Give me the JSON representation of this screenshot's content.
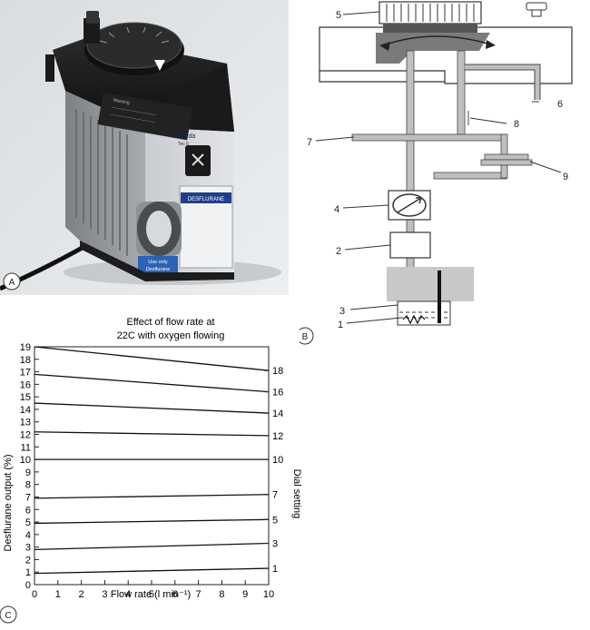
{
  "panel_labels": {
    "a": "A",
    "b": "B",
    "c": "C"
  },
  "photo": {
    "brand": "ohmeda",
    "model": "Tec 6",
    "agent_label": "DESFLURANE",
    "sticker": [
      "Use only",
      "Desflurane"
    ]
  },
  "schematic": {
    "callouts": [
      "1",
      "2",
      "3",
      "4",
      "5",
      "6",
      "7",
      "8",
      "9"
    ]
  },
  "chart_data": {
    "type": "line",
    "title_lines": [
      "Effect of flow rate at",
      "22C with oxygen flowing"
    ],
    "xlabel": "Flow rate (l min⁻¹)",
    "ylabel": "Desflurane output (%)",
    "ylabel_right": "Dial setting",
    "xlim": [
      0,
      10
    ],
    "ylim": [
      0,
      19
    ],
    "x_ticks": [
      0,
      1,
      2,
      3,
      4,
      5,
      6,
      7,
      8,
      9,
      10
    ],
    "y_ticks": [
      0,
      1,
      2,
      3,
      4,
      5,
      6,
      7,
      8,
      9,
      10,
      11,
      12,
      13,
      14,
      15,
      16,
      17,
      18,
      19
    ],
    "series": [
      {
        "name": "18",
        "x": [
          0,
          10
        ],
        "y": [
          19.0,
          17.1
        ]
      },
      {
        "name": "16",
        "x": [
          0,
          10
        ],
        "y": [
          16.8,
          15.4
        ]
      },
      {
        "name": "14",
        "x": [
          0,
          10
        ],
        "y": [
          14.5,
          13.7
        ]
      },
      {
        "name": "12",
        "x": [
          0,
          10
        ],
        "y": [
          12.2,
          11.9
        ]
      },
      {
        "name": "10",
        "x": [
          0,
          10
        ],
        "y": [
          10.0,
          10.0
        ]
      },
      {
        "name": "7",
        "x": [
          0,
          10
        ],
        "y": [
          6.9,
          7.2
        ]
      },
      {
        "name": "5",
        "x": [
          0,
          10
        ],
        "y": [
          4.9,
          5.2
        ]
      },
      {
        "name": "3",
        "x": [
          0,
          10
        ],
        "y": [
          2.8,
          3.3
        ]
      },
      {
        "name": "1",
        "x": [
          0,
          10
        ],
        "y": [
          0.9,
          1.3
        ]
      }
    ]
  }
}
